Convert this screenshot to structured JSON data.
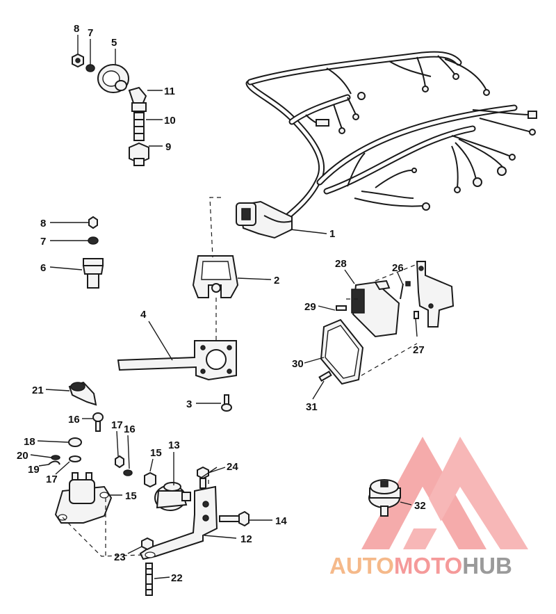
{
  "callouts": {
    "c1": "1",
    "c2": "2",
    "c3": "3",
    "c4": "4",
    "c5": "5",
    "c6": "6",
    "c7a": "7",
    "c7b": "7",
    "c8a": "8",
    "c8b": "8",
    "c9": "9",
    "c10": "10",
    "c11": "11",
    "c12": "12",
    "c13": "13",
    "c14": "14",
    "c15a": "15",
    "c15b": "15",
    "c16a": "16",
    "c16b": "16",
    "c17a": "17",
    "c17b": "17",
    "c18": "18",
    "c19": "19",
    "c20": "20",
    "c21": "21",
    "c22": "22",
    "c23": "23",
    "c24": "24",
    "c26": "26",
    "c27": "27",
    "c28": "28",
    "c29": "29",
    "c30": "30",
    "c31": "31",
    "c32": "32"
  },
  "watermark": {
    "part1": "AUTO",
    "part2": "MOTO",
    "part3": "HUB",
    "colors": {
      "triangle": "#f08080",
      "auto": "#f5b98a",
      "moto": "#f59a9a",
      "hub": "#9a9a9a"
    }
  }
}
